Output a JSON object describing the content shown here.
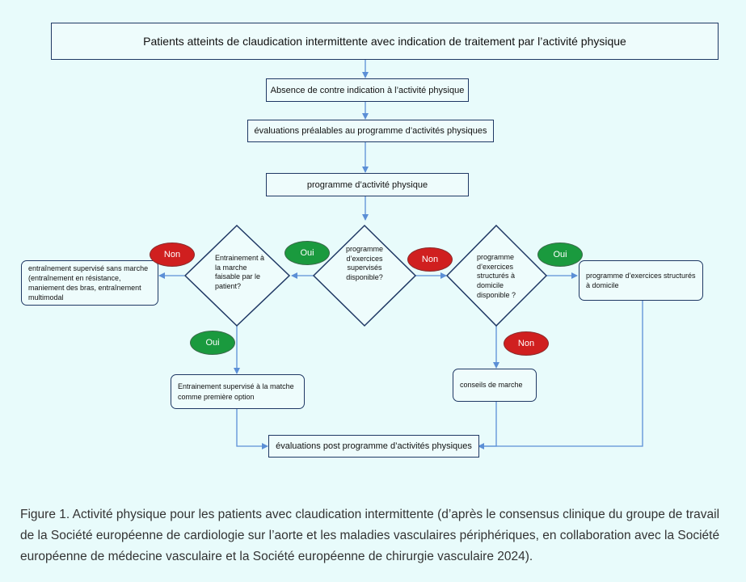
{
  "flowchart": {
    "title_box": "Patients atteints de claudication intermittente  avec indication de traitement par l’activité physique",
    "step1": "Absence de contre indication à l’activité physique",
    "step2": "évaluations  préalables  au programme d’activités physiques",
    "step3": "programme  d’activité  physique",
    "decision_supervised": "programme d’exercices supervisés disponible?",
    "decision_walk": "Entrainement à la marche faisable par le patient?",
    "decision_home": "programme d’exercices structurés à domicile disponible ?",
    "out_supervised_no_walk": "entraînement supervisé sans marche (entraînement en résistance, maniement des bras, entraînement multimodal",
    "out_supervised_walk": "Entrainement supervisé à la matche comme première option",
    "out_walking_advice": "conseils de marche",
    "out_home_program": "programme d’exercices structurés à domicile",
    "final": "évaluations  post programme  d’activités physiques",
    "labels": {
      "non": "Non",
      "oui": "Oui"
    }
  },
  "caption": "Figure 1. Activité physique pour les patients avec claudication intermittente (d’après le consensus clinique du groupe de travail de la Société européenne de cardiologie sur l’aorte et les maladies vasculaires périphériques, en collaboration avec la Société européenne de médecine vasculaire et la Société européenne de chirurgie vasculaire 2024).",
  "colors": {
    "background": "#e8fbfb",
    "box_border": "#1f3864",
    "arrow": "#5b8fd6",
    "non": "#d01f1f",
    "oui": "#1a9a3e"
  }
}
